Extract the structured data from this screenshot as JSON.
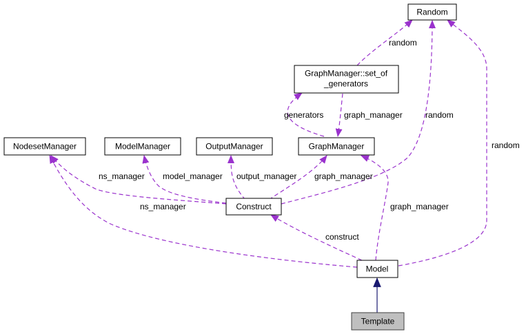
{
  "nodes": {
    "random": "Random",
    "set_of_generators_line1": "GraphManager::set_of",
    "set_of_generators_line2": "_generators",
    "nodeset_manager": "NodesetManager",
    "model_manager": "ModelManager",
    "output_manager": "OutputManager",
    "graph_manager": "GraphManager",
    "construct": "Construct",
    "model": "Model",
    "template": "Template"
  },
  "edge_labels": {
    "random_gen": "random",
    "generators": "generators",
    "graph_manager_gen": "graph_manager",
    "random_construct": "random",
    "random_model": "random",
    "ns_manager_construct": "ns_manager",
    "model_manager": "model_manager",
    "output_manager": "output_manager",
    "graph_manager_construct": "graph_manager",
    "graph_manager_model": "graph_manager",
    "ns_manager_model": "ns_manager",
    "construct": "construct"
  },
  "colors": {
    "dependency_edge": "#9a32cd",
    "inheritance_edge": "#191970",
    "selected_node_fill": "#bfbfbf"
  }
}
